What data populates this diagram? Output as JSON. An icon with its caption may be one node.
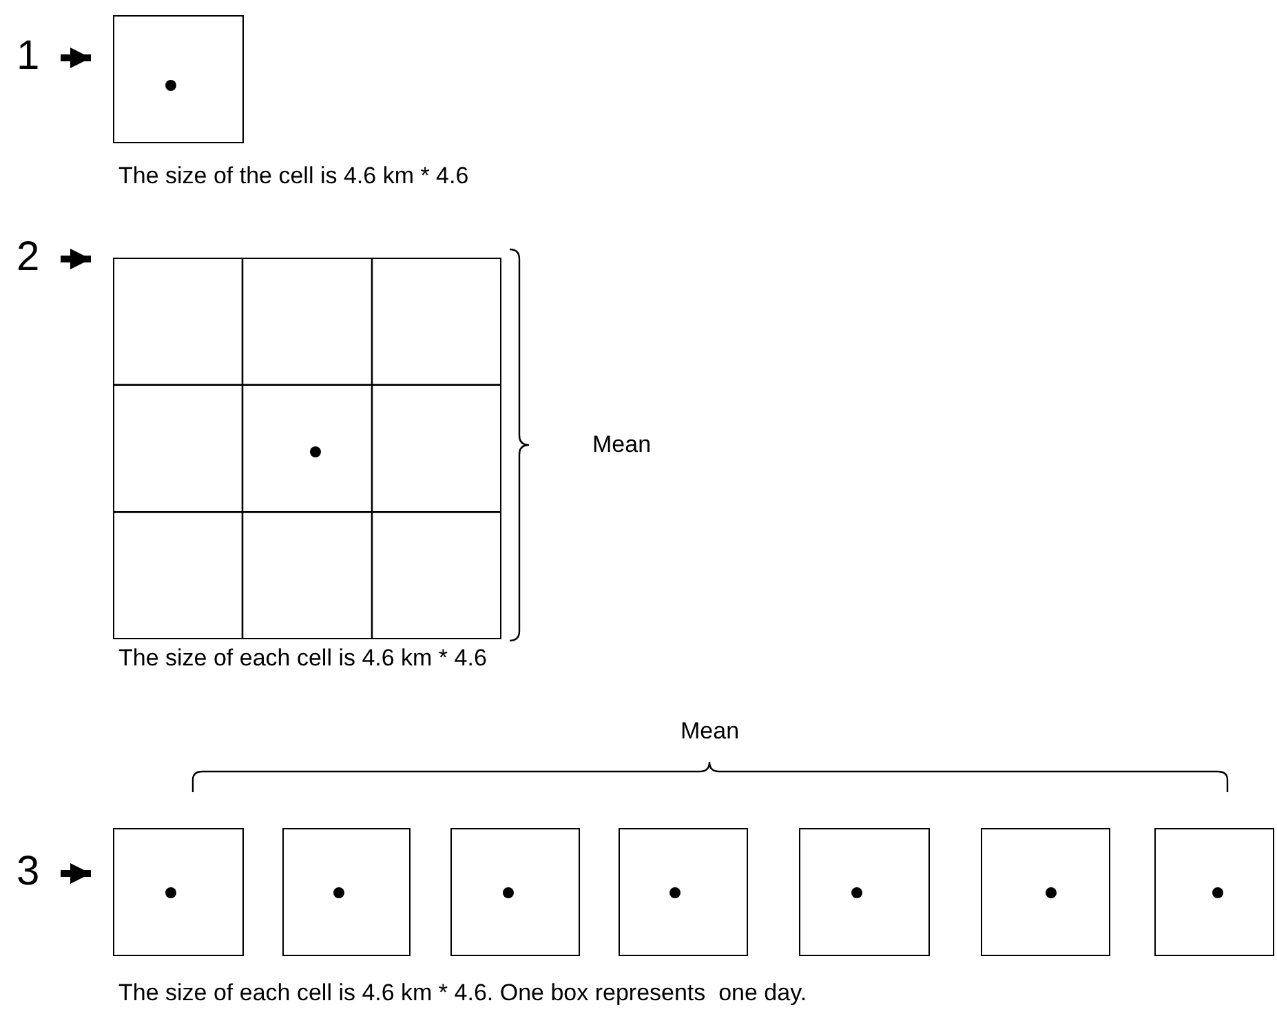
{
  "diagram": {
    "nodes": [
      {
        "text": [
          "1"
        ]
      },
      {
        "text": [],
        "shape": "box"
      },
      {
        "text": [
          "2"
        ]
      },
      {
        "text": [],
        "shape": "grid"
      },
      {
        "text": [
          "3"
        ]
      },
      {
        "text": [],
        "shape": "box"
      },
      {
        "text": [],
        "shape": "box"
      },
      {
        "text": [],
        "shape": "box"
      },
      {
        "text": [],
        "shape": "box"
      },
      {
        "text": [],
        "shape": "box"
      },
      {
        "text": [],
        "shape": "box"
      },
      {
        "text": [],
        "shape": "box"
      }
    ],
    "edges": [
      {
        "from": 0,
        "to": 1,
        "arrow": "to"
      },
      {
        "from": 2,
        "to": 3,
        "arrow": "to"
      },
      {
        "from": 4,
        "to": 5,
        "arrow": "to"
      }
    ],
    "labels": [
      "The size of the cell is 4.6 km * 4.6",
      "Mean",
      "The size of each cell is 4.6 km * 4.6",
      "Mean",
      "The size of each cell is 4.6 km * 4.6. One box represents  one day."
    ]
  }
}
